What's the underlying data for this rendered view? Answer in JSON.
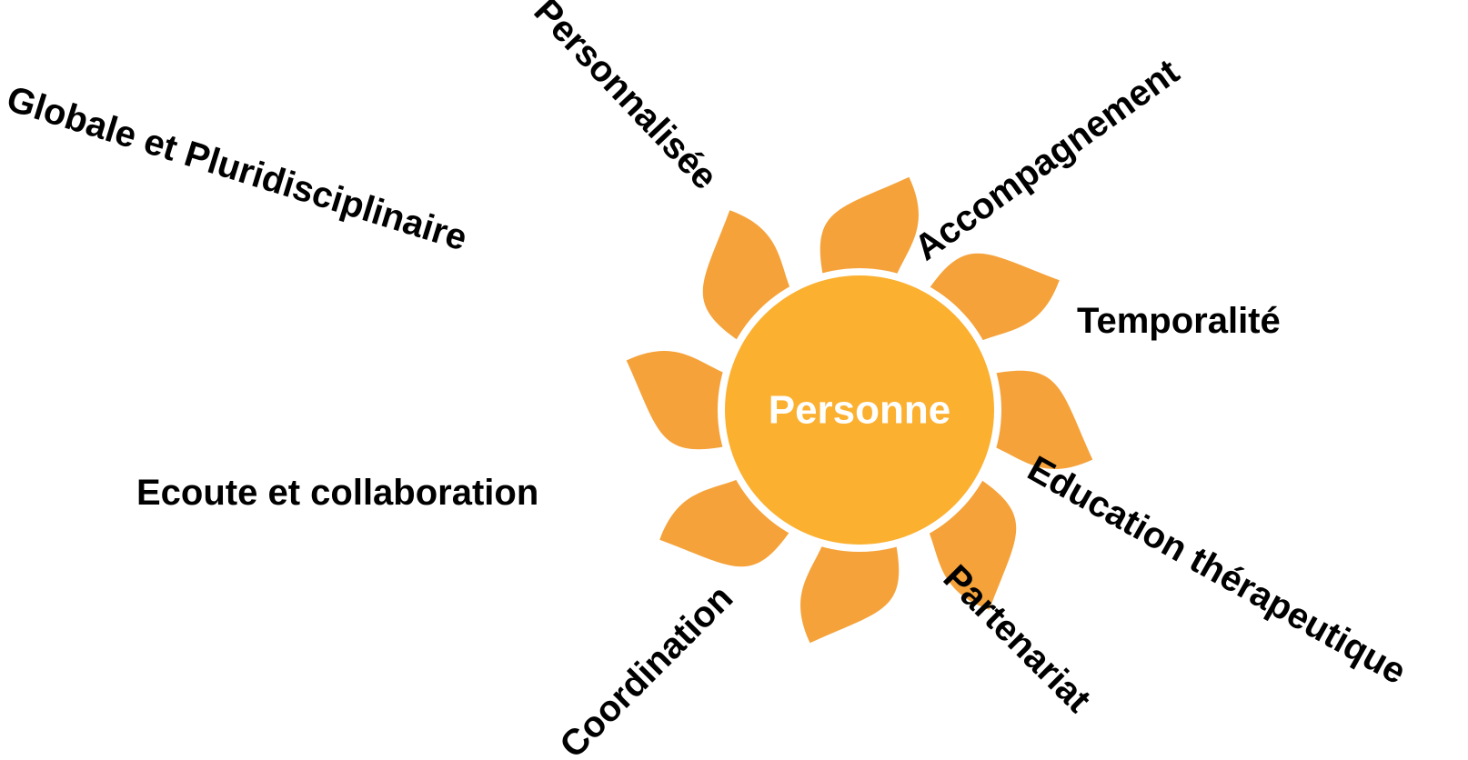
{
  "diagram": {
    "center": {
      "label": "Personne"
    },
    "labels": [
      {
        "key": "globale",
        "text": "Globale et Pluridisciplinaire"
      },
      {
        "key": "personnalisee",
        "text": "Personnalisée"
      },
      {
        "key": "accompagnement",
        "text": "Accompagnement"
      },
      {
        "key": "temporalite",
        "text": "Temporalité"
      },
      {
        "key": "ecoute",
        "text": "Ecoute et collaboration"
      },
      {
        "key": "education",
        "text": "Education thérapeutique"
      },
      {
        "key": "partenariat",
        "text": "Partenariat"
      },
      {
        "key": "coordination",
        "text": "Coordination"
      }
    ]
  },
  "colors": {
    "sun_core": "#FBB030",
    "sun_rays": "#F5A23A",
    "label_text": "#000000",
    "center_text": "#FFFFFF"
  }
}
